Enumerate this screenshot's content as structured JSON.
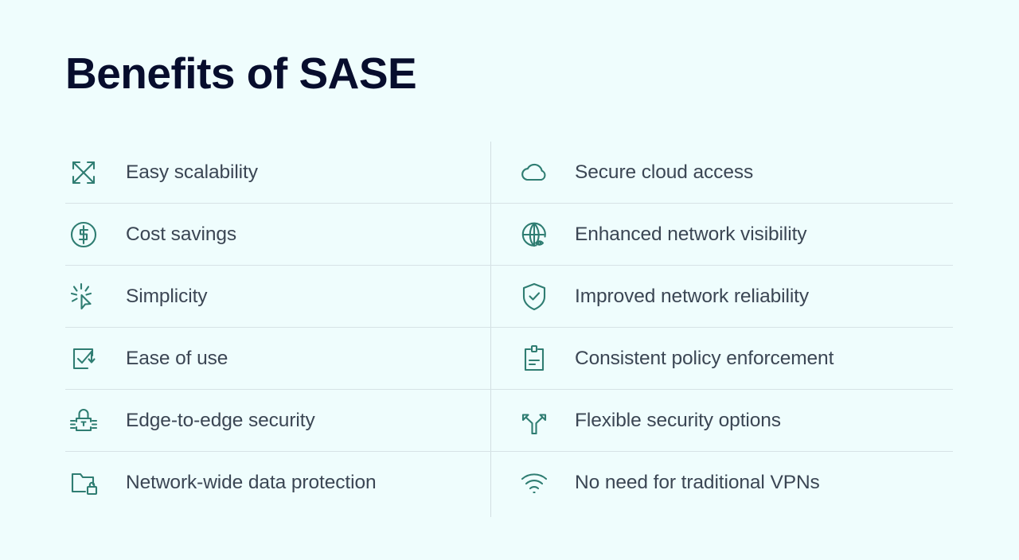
{
  "slide": {
    "title": "Benefits of SASE",
    "background_color": "#effdfd",
    "title_color": "#070d2d",
    "label_color": "#3b4654",
    "icon_color": "#2f7d72",
    "divider_color": "#d7e3e6"
  },
  "columns": {
    "left": [
      {
        "label": "Easy scalability",
        "icon": "expand-arrows-icon"
      },
      {
        "label": "Cost savings",
        "icon": "dollar-circle-icon"
      },
      {
        "label": "Simplicity",
        "icon": "cursor-click-icon"
      },
      {
        "label": "Ease of use",
        "icon": "checkbox-check-icon"
      },
      {
        "label": "Edge-to-edge security",
        "icon": "padlock-edges-icon"
      },
      {
        "label": "Network-wide data protection",
        "icon": "folder-lock-icon"
      }
    ],
    "right": [
      {
        "label": "Secure cloud access",
        "icon": "cloud-icon"
      },
      {
        "label": "Enhanced network visibility",
        "icon": "globe-eye-icon"
      },
      {
        "label": "Improved network reliability",
        "icon": "shield-check-icon"
      },
      {
        "label": "Consistent policy enforcement",
        "icon": "clipboard-icon"
      },
      {
        "label": "Flexible security options",
        "icon": "fork-arrows-icon"
      },
      {
        "label": "No need for traditional VPNs",
        "icon": "wifi-icon"
      }
    ]
  }
}
